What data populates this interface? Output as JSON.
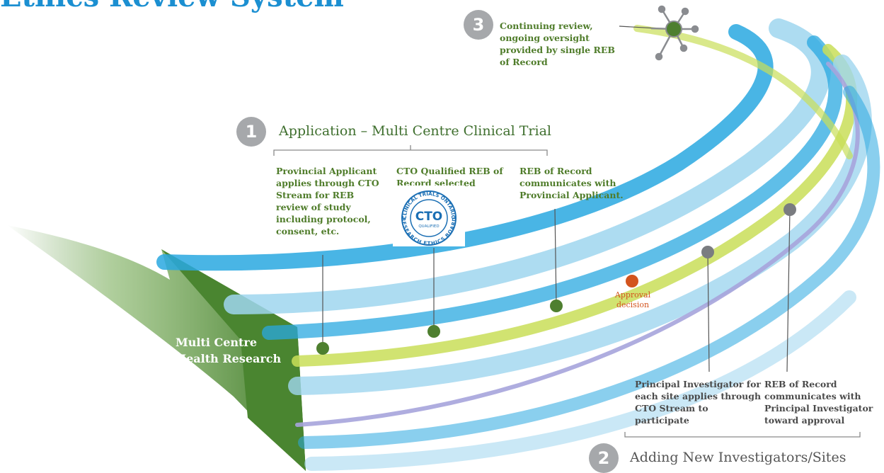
{
  "title": "Ethics Review System",
  "steps": {
    "one": {
      "number": "1",
      "heading": "Application – Multi Centre Clinical Trial"
    },
    "two": {
      "number": "2",
      "heading": "Adding New Investigators/Sites"
    },
    "three": {
      "number": "3",
      "note": "Continuing review, ongoing oversight provided by single REB of Record"
    }
  },
  "notes": {
    "applicant": "Provincial Applicant applies through CTO Stream for REB review of study including protocol, consent, etc.",
    "qualified_reb": "CTO Qualified REB of Record selected",
    "reb_communicates": "REB of Record communicates with Provincial Applicant.",
    "approval": "Approval decision",
    "pi_applies": "Principal Investigator for each site applies through CTO Stream to participate",
    "reb_pi": "REB of Record communicates with Principal Investigator toward approval"
  },
  "arrow_label": "Multi Centre Health Research",
  "seal": {
    "center_text": "CTO",
    "sub_text": "QUALIFIED",
    "ring_top": "CLINICAL TRIALS ONTARIO",
    "ring_bottom": "RESEARCH ETHICS BOARD"
  },
  "colors": {
    "title_blue": "#1b8fd1",
    "stream_blue": "#29a8e0",
    "stream_light": "#9fd6ef",
    "stream_lime": "#c9de58",
    "stream_purple": "#a6a4dc",
    "arrow_green": "#4e8b33",
    "dot_green": "#4e7f2f",
    "dot_gray": "#7a7c80",
    "dot_orange": "#d3541e",
    "badge_gray": "#a6a8ab"
  }
}
